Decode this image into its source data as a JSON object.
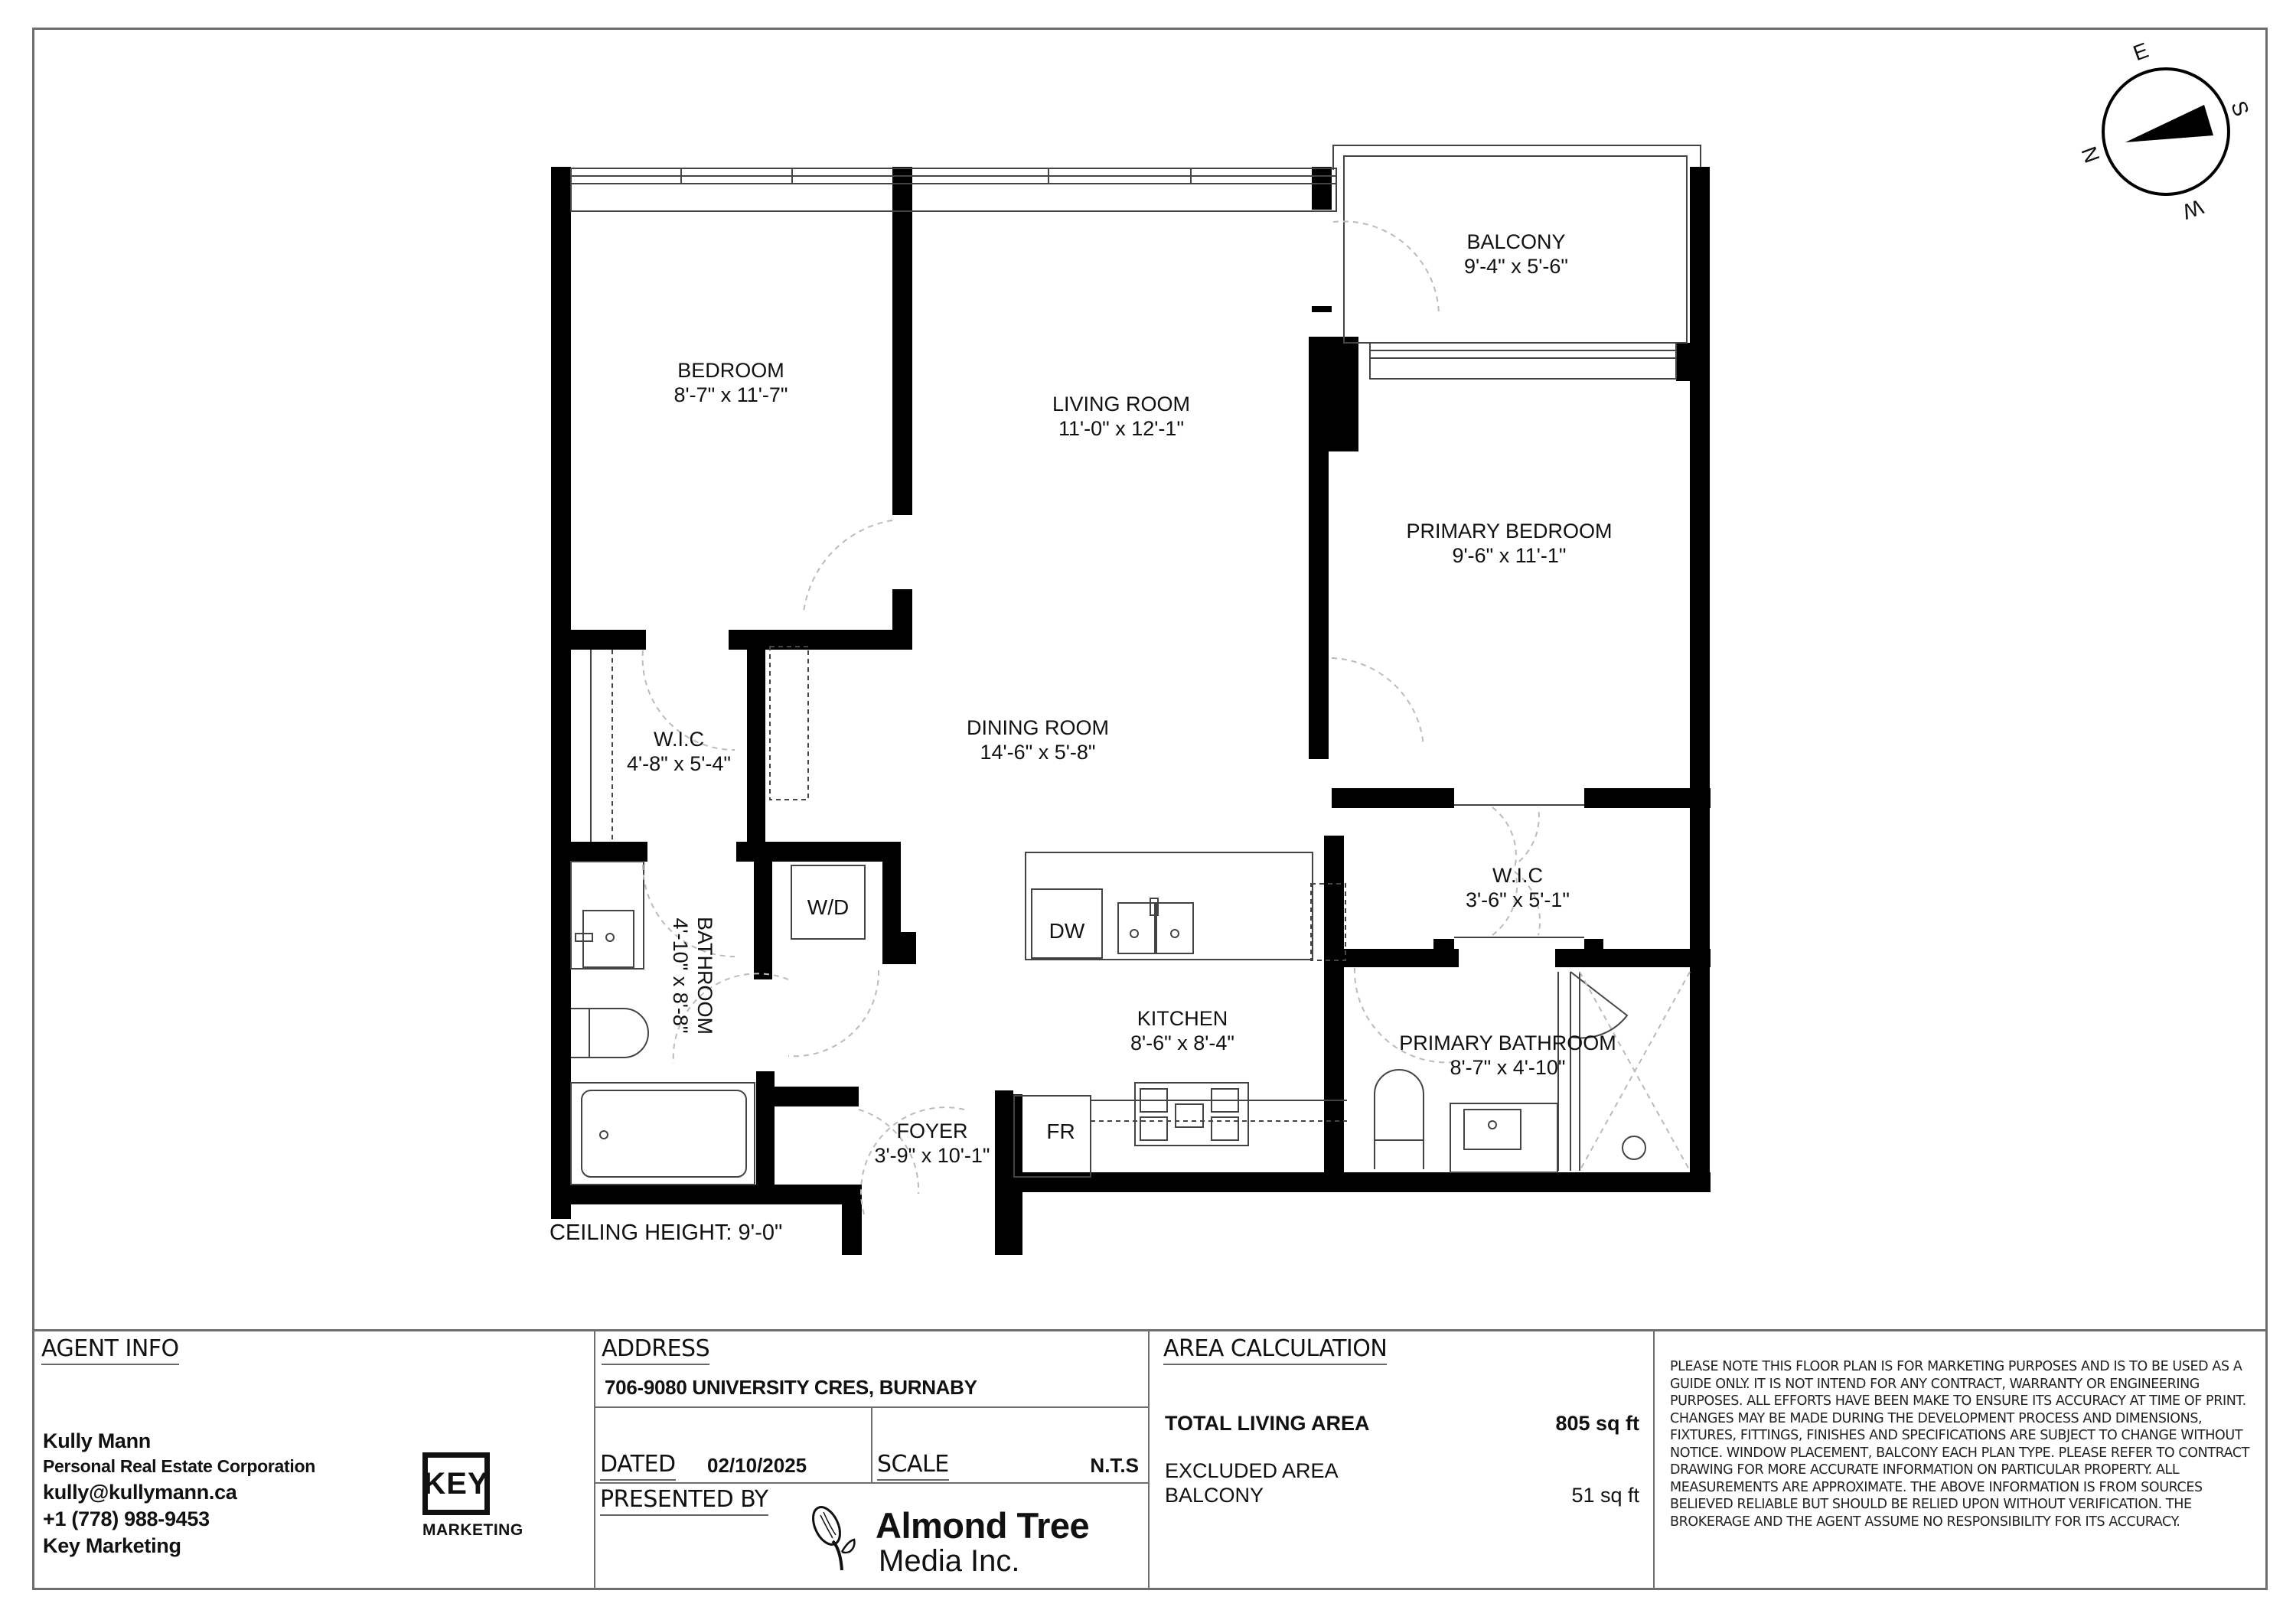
{
  "plan": {
    "ceiling_height": "CEILING HEIGHT: 9'-0\"",
    "rooms": [
      {
        "name": "BEDROOM",
        "dims": "8'-7\" x 11'-7\""
      },
      {
        "name": "LIVING ROOM",
        "dims": "11'-0\" x 12'-1\""
      },
      {
        "name": "BALCONY",
        "dims": "9'-4\" x 5'-6\""
      },
      {
        "name": "PRIMARY BEDROOM",
        "dims": "9'-6\" x 11'-1\""
      },
      {
        "name": "W.I.C",
        "dims": "4'-8\" x 5'-4\""
      },
      {
        "name": "DINING ROOM",
        "dims": "14'-6\" x 5'-8\""
      },
      {
        "name": "W.I.C",
        "dims": "3'-6\" x 5'-1\""
      },
      {
        "name": "BATHROOM",
        "dims": "4'-10\" x 8'-8\""
      },
      {
        "name": "KITCHEN",
        "dims": "8'-6\" x 8'-4\""
      },
      {
        "name": "PRIMARY BATHROOM",
        "dims": "8'-7\" x 4'-10\""
      },
      {
        "name": "FOYER",
        "dims": "3'-9\" x 10'-1\""
      }
    ],
    "appliances": {
      "washer_dryer": "W/D",
      "dishwasher": "DW",
      "fridge": "FR"
    }
  },
  "compass": {
    "labels": {
      "north": "N",
      "east": "E",
      "south": "S",
      "west": "W"
    }
  },
  "footer": {
    "agent": {
      "title": "AGENT INFO",
      "name": "Kully Mann",
      "corporation": "Personal Real Estate Corporation",
      "email": "kully@kullymann.ca",
      "phone": "+1 (778) 988-9453",
      "brokerage": "Key Marketing",
      "logo_top": "KEY",
      "logo_bottom": "MARKETING"
    },
    "address": {
      "title": "ADDRESS",
      "value": "706-9080 UNIVERSITY CRES, BURNABY"
    },
    "dated": {
      "label": "DATED",
      "value": "02/10/2025"
    },
    "scale": {
      "label": "SCALE",
      "value": "N.T.S"
    },
    "presented_by": {
      "label": "PRESENTED BY",
      "company_line1": "Almond Tree",
      "company_line2": "Media Inc."
    },
    "area": {
      "title": "AREA CALCULATION",
      "total_label": "TOTAL LIVING AREA",
      "total_value": "805 sq ft",
      "excluded_label": "EXCLUDED AREA",
      "balcony_label": "BALCONY",
      "balcony_value": "51 sq ft"
    },
    "disclaimer": "PLEASE NOTE THIS FLOOR PLAN IS FOR MARKETING PURPOSES AND IS TO BE USED AS A GUIDE ONLY. IT IS NOT INTEND FOR ANY CONTRACT, WARRANTY OR ENGINEERING PURPOSES. ALL EFFORTS HAVE BEEN MAKE TO ENSURE ITS ACCURACY AT TIME OF PRINT. CHANGES MAY BE MADE DURING THE DEVELOPMENT PROCESS AND DIMENSIONS, FIXTURES, FITTINGS, FINISHES AND SPECIFICATIONS ARE SUBJECT TO CHANGE WITHOUT NOTICE. WINDOW PLACEMENT, BALCONY EACH PLAN TYPE. PLEASE REFER TO CONTRACT DRAWING FOR MORE ACCURATE INFORMATION ON PARTICULAR PROPERTY. ALL MEASUREMENTS ARE APPROXIMATE. THE ABOVE INFORMATION IS FROM SOURCES BELIEVED RELIABLE BUT SHOULD BE RELIED UPON WITHOUT VERIFICATION. THE BROKERAGE AND THE AGENT ASSUME NO RESPONSIBILITY FOR ITS ACCURACY."
  }
}
